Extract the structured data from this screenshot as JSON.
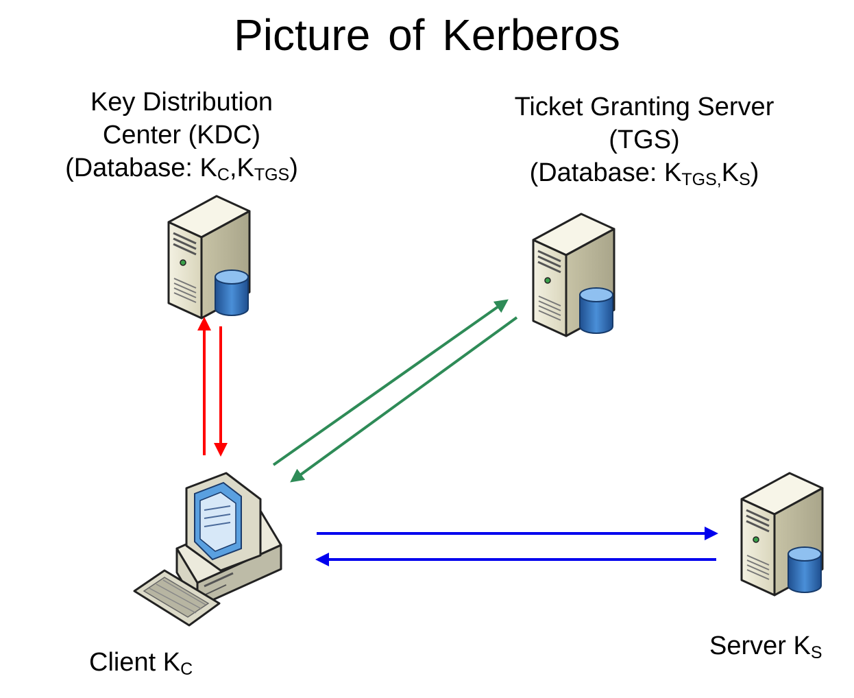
{
  "title": "Picture of  Kerberos",
  "kdc": {
    "line1": "Key Distribution",
    "line2": "Center (KDC)",
    "db_prefix": "(Database: K",
    "db_sub1": "C",
    "db_mid": ",K",
    "db_sub2": "TGS",
    "db_suffix": ")"
  },
  "tgs": {
    "line1": "Ticket Granting Server",
    "line2": "(TGS)",
    "db_prefix": "(Database: K",
    "db_sub1": "TGS,",
    "db_mid": "K",
    "db_sub2": "S",
    "db_suffix": ")"
  },
  "client": {
    "name": "Client K",
    "sub": "C"
  },
  "server": {
    "name": "Server K",
    "sub": "S"
  },
  "colors": {
    "kdc_arrows": "#ff0000",
    "tgs_arrows": "#2e8b57",
    "server_arrows": "#0000ee",
    "server_body": "#e9e6d0",
    "database": "#2f6fb8"
  },
  "icons": {
    "kdc": "server-with-database-icon",
    "tgs": "server-with-database-icon",
    "server": "server-with-database-icon",
    "client": "desktop-computer-icon"
  }
}
